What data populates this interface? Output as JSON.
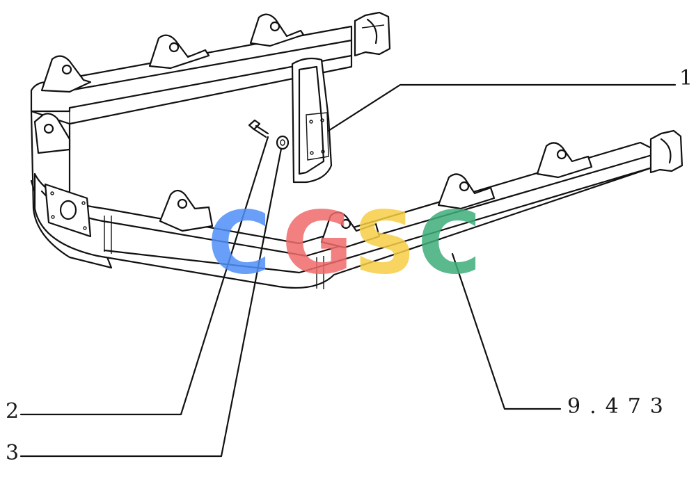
{
  "callouts": [
    {
      "label": "1"
    },
    {
      "label": "2"
    },
    {
      "label": "3"
    }
  ],
  "reference": {
    "label": "9.473"
  },
  "watermark": {
    "letters": [
      "C",
      "G",
      "S",
      "C"
    ],
    "colors": [
      "#4f8ff7",
      "#f06b6b",
      "#f7cd45",
      "#3fae7a"
    ]
  }
}
